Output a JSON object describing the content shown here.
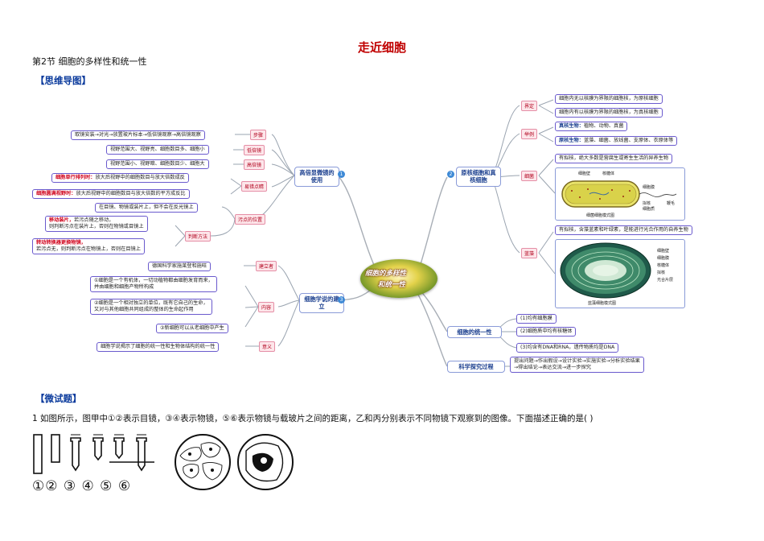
{
  "doc": {
    "title": "走近细胞",
    "section": "第2节  细胞的多样性和统一性",
    "mindmap_tag": "【思维导图】",
    "quiz_tag": "【微试题】",
    "question": "1  如图所示，图甲中①②表示目镜，③④表示物镜，⑤⑥表示物镜与载玻片之间的距离，乙和丙分别表示不同物镜下观察到的图像。下面描述正确的是(      )",
    "numbers": "①② ③  ④  ⑤ ⑥"
  },
  "center": {
    "line1": "细胞的多样性",
    "line2": "和统一性"
  },
  "left": {
    "branch1": {
      "num": "1",
      "label": "高倍显微镜的使用"
    },
    "branch3": {
      "num": "3",
      "label": "细胞学说的建立"
    },
    "steps_label": "步骤",
    "steps_text": "取镜安装→对光→放置玻片标本→低倍镜观察→高倍镜观察",
    "low_label": "低倍镜",
    "low_text": "视野范围大、视野亮、细胞数目多、细胞小",
    "high_label": "高倍镜",
    "high_text": "视野范围小、视野暗、细胞数目少、细胞大",
    "easy_label": "易错点睛",
    "easy1_red": "细胞单行排列时：",
    "easy1_text": "放大后视野中的细胞数目与放大倍数成反",
    "easy2_red": "细胞圆满视野时：",
    "easy2_text": "放大后视野中的细胞数目与放大倍数的平方成反比",
    "pos_label": "污点的位置",
    "pos_text": "在目镜、物镜或装片上，但不会在反光镜上",
    "judge_label": "判断方法",
    "judge1_red": "移动装片，",
    "judge1_text": "若污点随之移动，",
    "judge1_text2": "则判断污点在装片上，否则在物镜或目镜上",
    "judge2_red": "转动转换器更换物镜，",
    "judge2_text": "若污点无，则判断污点在物镜上，否则在目镜上",
    "founder_label": "建立者",
    "founder_text": "德国科学家施莱登和施旺",
    "content_label": "内容",
    "content1a": "①细胞是一个有机体，一切动植物都由细胞发育而来，",
    "content1b": "并由细胞和细胞产物所构成",
    "content2a": "②细胞是一个相对独立的单位，既有它自己的生命，",
    "content2b": "又对与其他细胞共同组成的整体的生命起作用",
    "content3": "③新细胞可以从老细胞中产生",
    "meaning_label": "意义",
    "meaning_text": "细胞学说揭示了细胞的统一性和生物体结构的统一性"
  },
  "right": {
    "branch2": {
      "num": "2",
      "label": "原核细胞和真核细胞"
    },
    "def_label": "界定",
    "def1": "细胞内无以核膜为界限的细胞核，为原核细胞",
    "def2": "细胞内有以核膜为界限的细胞核，为真核细胞",
    "ex_label": "举例",
    "ex1_red": "真核生物：",
    "ex1_text": "植物、动物、真菌",
    "ex2_red": "原核生物：",
    "ex2_text": "蓝藻、细菌、放线菌、支原体、衣原体等",
    "bact_label": "细菌",
    "bact_text": "有拟核，绝大多数是营腐生或寄生生活的异养生物",
    "bact_caption": "细菌细胞模式图",
    "bact_parts": [
      "细胞壁",
      "核糖体",
      "细胞膜",
      "拟核",
      "细胞质",
      "鞭毛"
    ],
    "algae_label": "蓝藻",
    "algae_text": "有拟核，含藻蓝素和叶绿素，是能进行光合作用的自养生物",
    "algae_caption": "蓝藻细胞模式图",
    "algae_parts": [
      "细胞壁",
      "细胞膜",
      "核糖体",
      "拟核",
      "光合片层"
    ],
    "unity_label": "细胞的统一性",
    "unity1": "(1)均有细胞膜",
    "unity2": "(2)细胞质中均有核糖体",
    "unity3": "(3)均含有DNA和RNA，遗传物质均是DNA",
    "sci_label": "科学探究过程",
    "sci1": "提出问题→作出假设→设计实验→实施实验→分析实验结果",
    "sci2": "→得出结论→表达交流→进一步探究"
  },
  "colors": {
    "title": "#c00000",
    "tag": "#0a3a9c",
    "branch_line": "#9aa0a8",
    "label_bg": "#fde6ea"
  }
}
